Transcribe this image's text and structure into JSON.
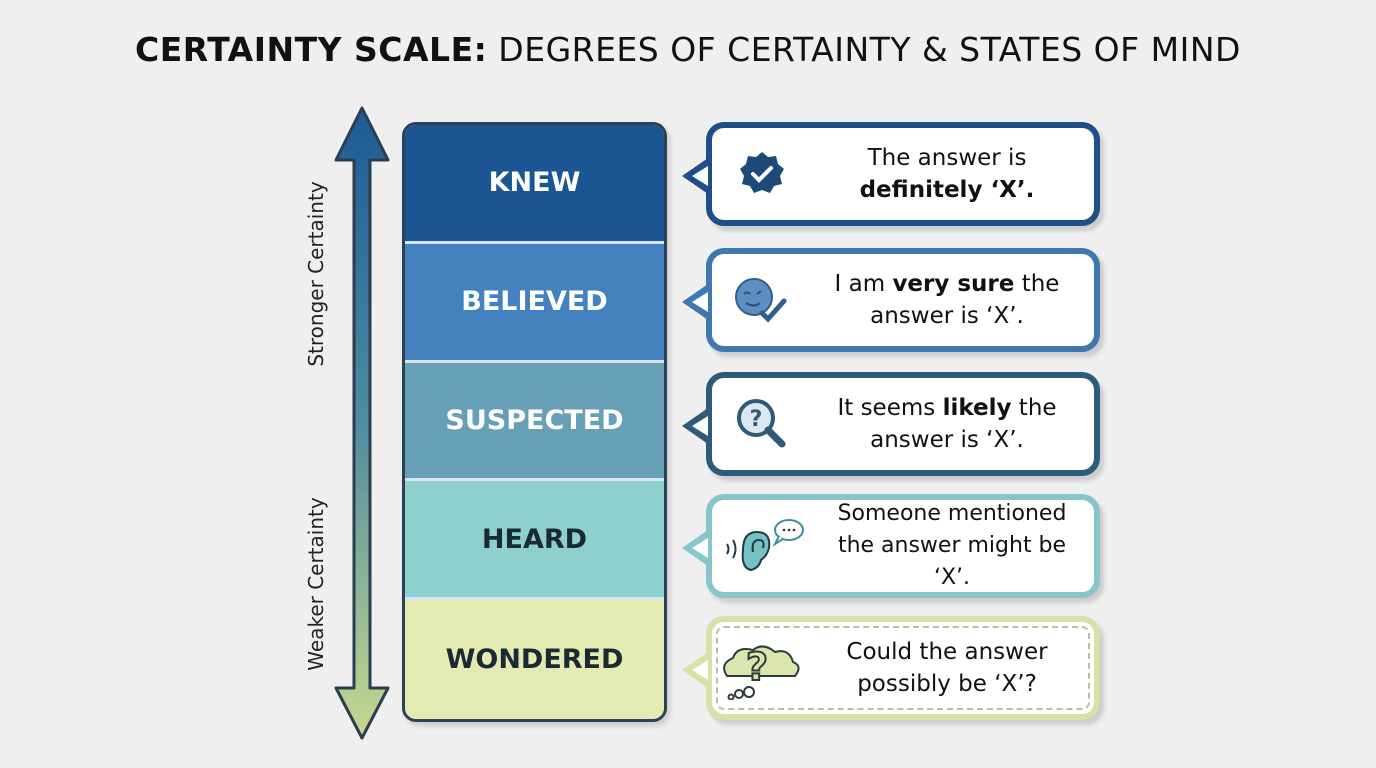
{
  "title": {
    "bold": "CERTAINTY SCALE:",
    "rest": " DEGREES OF CERTAINTY & STATES OF MIND"
  },
  "axis": {
    "top_label": "Stronger Certainty",
    "bottom_label": "Weaker Certainty"
  },
  "levels": [
    {
      "label": "KNEW",
      "color": "#1c5594",
      "text_color": "#ffffff",
      "icon": "verified-badge-icon",
      "line1_pre": "The answer is",
      "line2_bold": "definitely ‘X’.",
      "border": "#1e4f86"
    },
    {
      "label": "BELIEVED",
      "color": "#4382bf",
      "text_color": "#ffffff",
      "icon": "smile-check-icon",
      "pre": "I am ",
      "bold": "very sure",
      "post": " the",
      "line2": "answer is ‘X’.",
      "border": "#3f78b0"
    },
    {
      "label": "SUSPECTED",
      "color": "#67a0b6",
      "text_color": "#ffffff",
      "icon": "question-magnifier-icon",
      "pre": "It seems ",
      "bold": "likely",
      "post": " the",
      "line2": "answer is ‘X’.",
      "border": "#2f5a78"
    },
    {
      "label": "HEARD",
      "color": "#8ecfcf",
      "text_color": "#1a2a33",
      "icon": "ear-speech-icon",
      "line1": "Someone mentioned",
      "line2": "the answer might be ‘X’.",
      "border": "#86c6ca"
    },
    {
      "label": "WONDERED",
      "color": "#e3ebb2",
      "text_color": "#1a2a33",
      "icon": "thought-cloud-question-icon",
      "line1": "Could the answer",
      "line2": "possibly be ‘X’?",
      "border": "#d6e2a6"
    }
  ]
}
